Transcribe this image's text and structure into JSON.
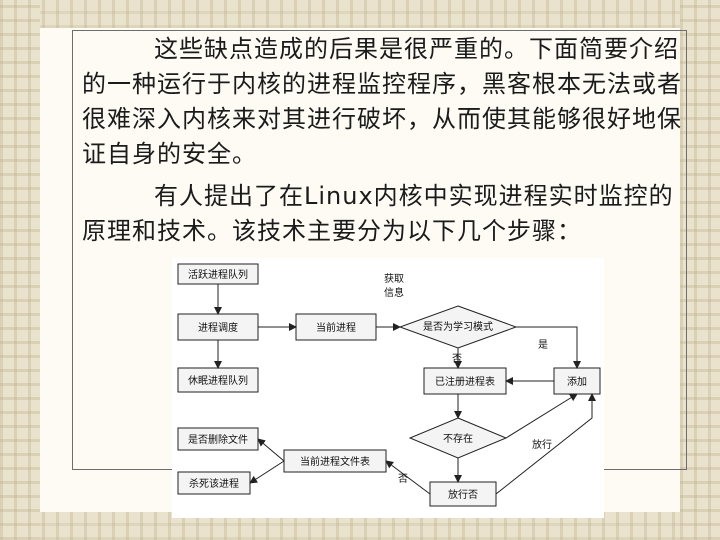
{
  "paragraphs": [
    "这些缺点造成的后果是很严重的。下面简要介绍的一种运行于内核的进程监控程序，黑客根本无法或者很难深入内核来对其进行破坏，从而使其能够很好地保证自身的安全。",
    "有人提出了在Linux内核中实现进程实时监控的原理和技术。该技术主要分为以下几个步骤："
  ],
  "flowchart": {
    "active_queue": "活跃进程队列",
    "get_info": "获取信息",
    "scheduler": "进程调度",
    "current_process": "当前进程",
    "learning_mode": "是否为学习模式",
    "yes": "是",
    "no": "否",
    "sleep_queue": "休眠进程队列",
    "registered_table": "已注册进程表",
    "add": "添加",
    "not_exist": "不存在",
    "allow": "放行",
    "delete_file": "是否删除文件",
    "current_file_table": "当前进程文件表",
    "no2": "否",
    "kill_process": "杀死该进程",
    "allow_no": "放行否"
  }
}
